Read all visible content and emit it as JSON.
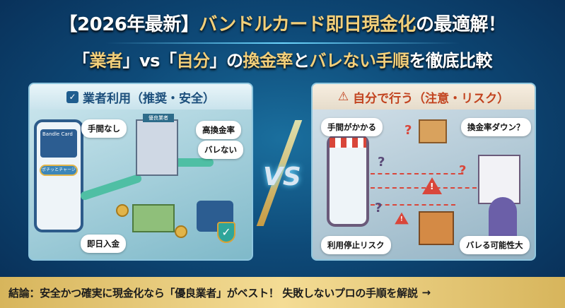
{
  "header": {
    "line1": {
      "prefix": "【2026年最新】",
      "highlight": "バンドルカード即日現金化",
      "suffix": "の最適解！"
    },
    "line2": {
      "q1_open": "「",
      "q1": "業者",
      "q1_close": "」vs「",
      "q2": "自分",
      "q2_close": "」の",
      "h1": "換金率",
      "mid": "と",
      "h2": "バレない手順",
      "suffix": "を徹底比較"
    }
  },
  "left_panel": {
    "icon": "check-icon",
    "title": "業者利用（推奨・安全）",
    "bubbles": [
      "手間なし",
      "高換金率",
      "バレない",
      "即日入金"
    ],
    "phone": {
      "card_label": "Bandle Card",
      "button": "ポチッとチャージ"
    },
    "building_sign": "優良業者"
  },
  "vs_label": "VS",
  "right_panel": {
    "icon": "warning-icon",
    "title": "自分で行う（注意・リスク）",
    "bubbles": [
      "手間がかかる",
      "換金率ダウン？",
      "利用停止リスク",
      "バレる可能性大"
    ]
  },
  "bottom_bar": {
    "text": "結論：安全かつ確実に現金化なら「優良業者」がベスト！ 失敗しないプロの手順を解説",
    "arrow": "→"
  },
  "colors": {
    "accent_gold": "#f2cf7a",
    "background": "#0e4a78",
    "warning": "#c2431f",
    "bottom_bar": "#f4dc95"
  }
}
